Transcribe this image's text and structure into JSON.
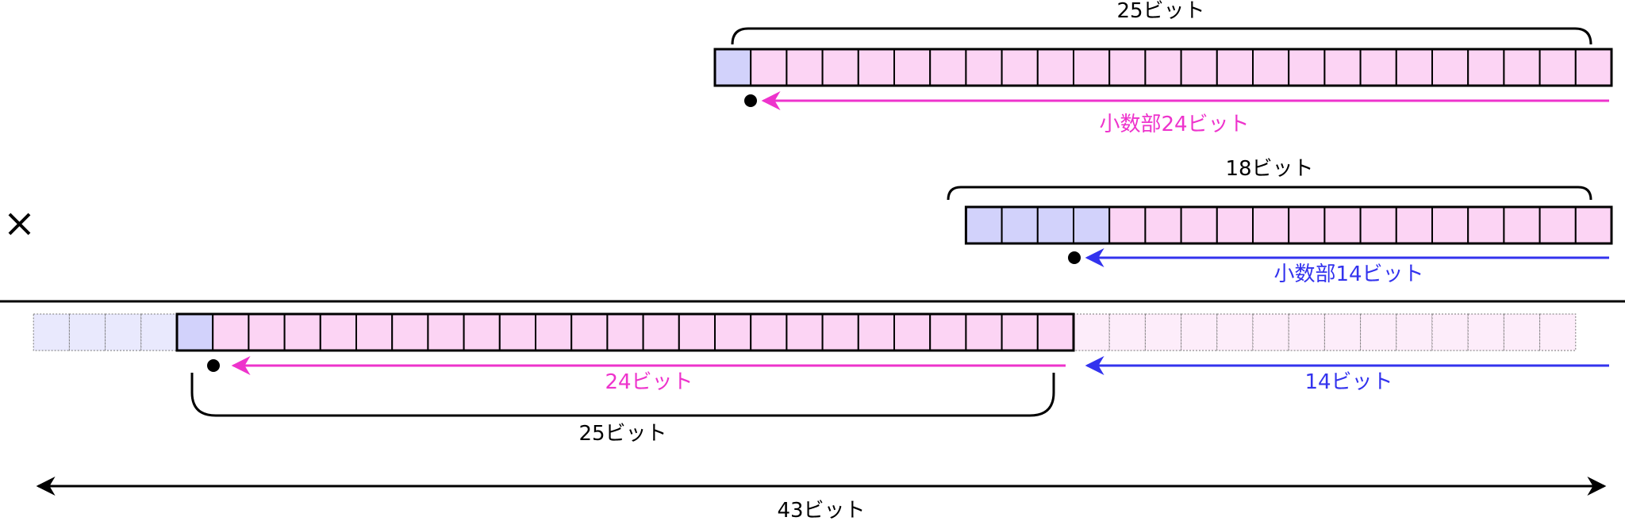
{
  "operand_a": {
    "width_label": "25ビット",
    "fraction_label": "小数部24ビット"
  },
  "operand_b": {
    "width_label": "18ビット",
    "fraction_label": "小数部14ビット"
  },
  "operator": "×",
  "result": {
    "upper_label": "24ビット",
    "lower_label": "14ビット",
    "kept_label": "25ビット",
    "total_label": "43ビット"
  },
  "colors": {
    "int_fill": "#d2d2fb",
    "frac_fill": "#fcd4f4",
    "faded_int_fill": "#e9e9fd",
    "faded_frac_fill": "#fdedfa",
    "magenta": "#ee33cc",
    "blue": "#3333ee",
    "black": "#000000"
  }
}
